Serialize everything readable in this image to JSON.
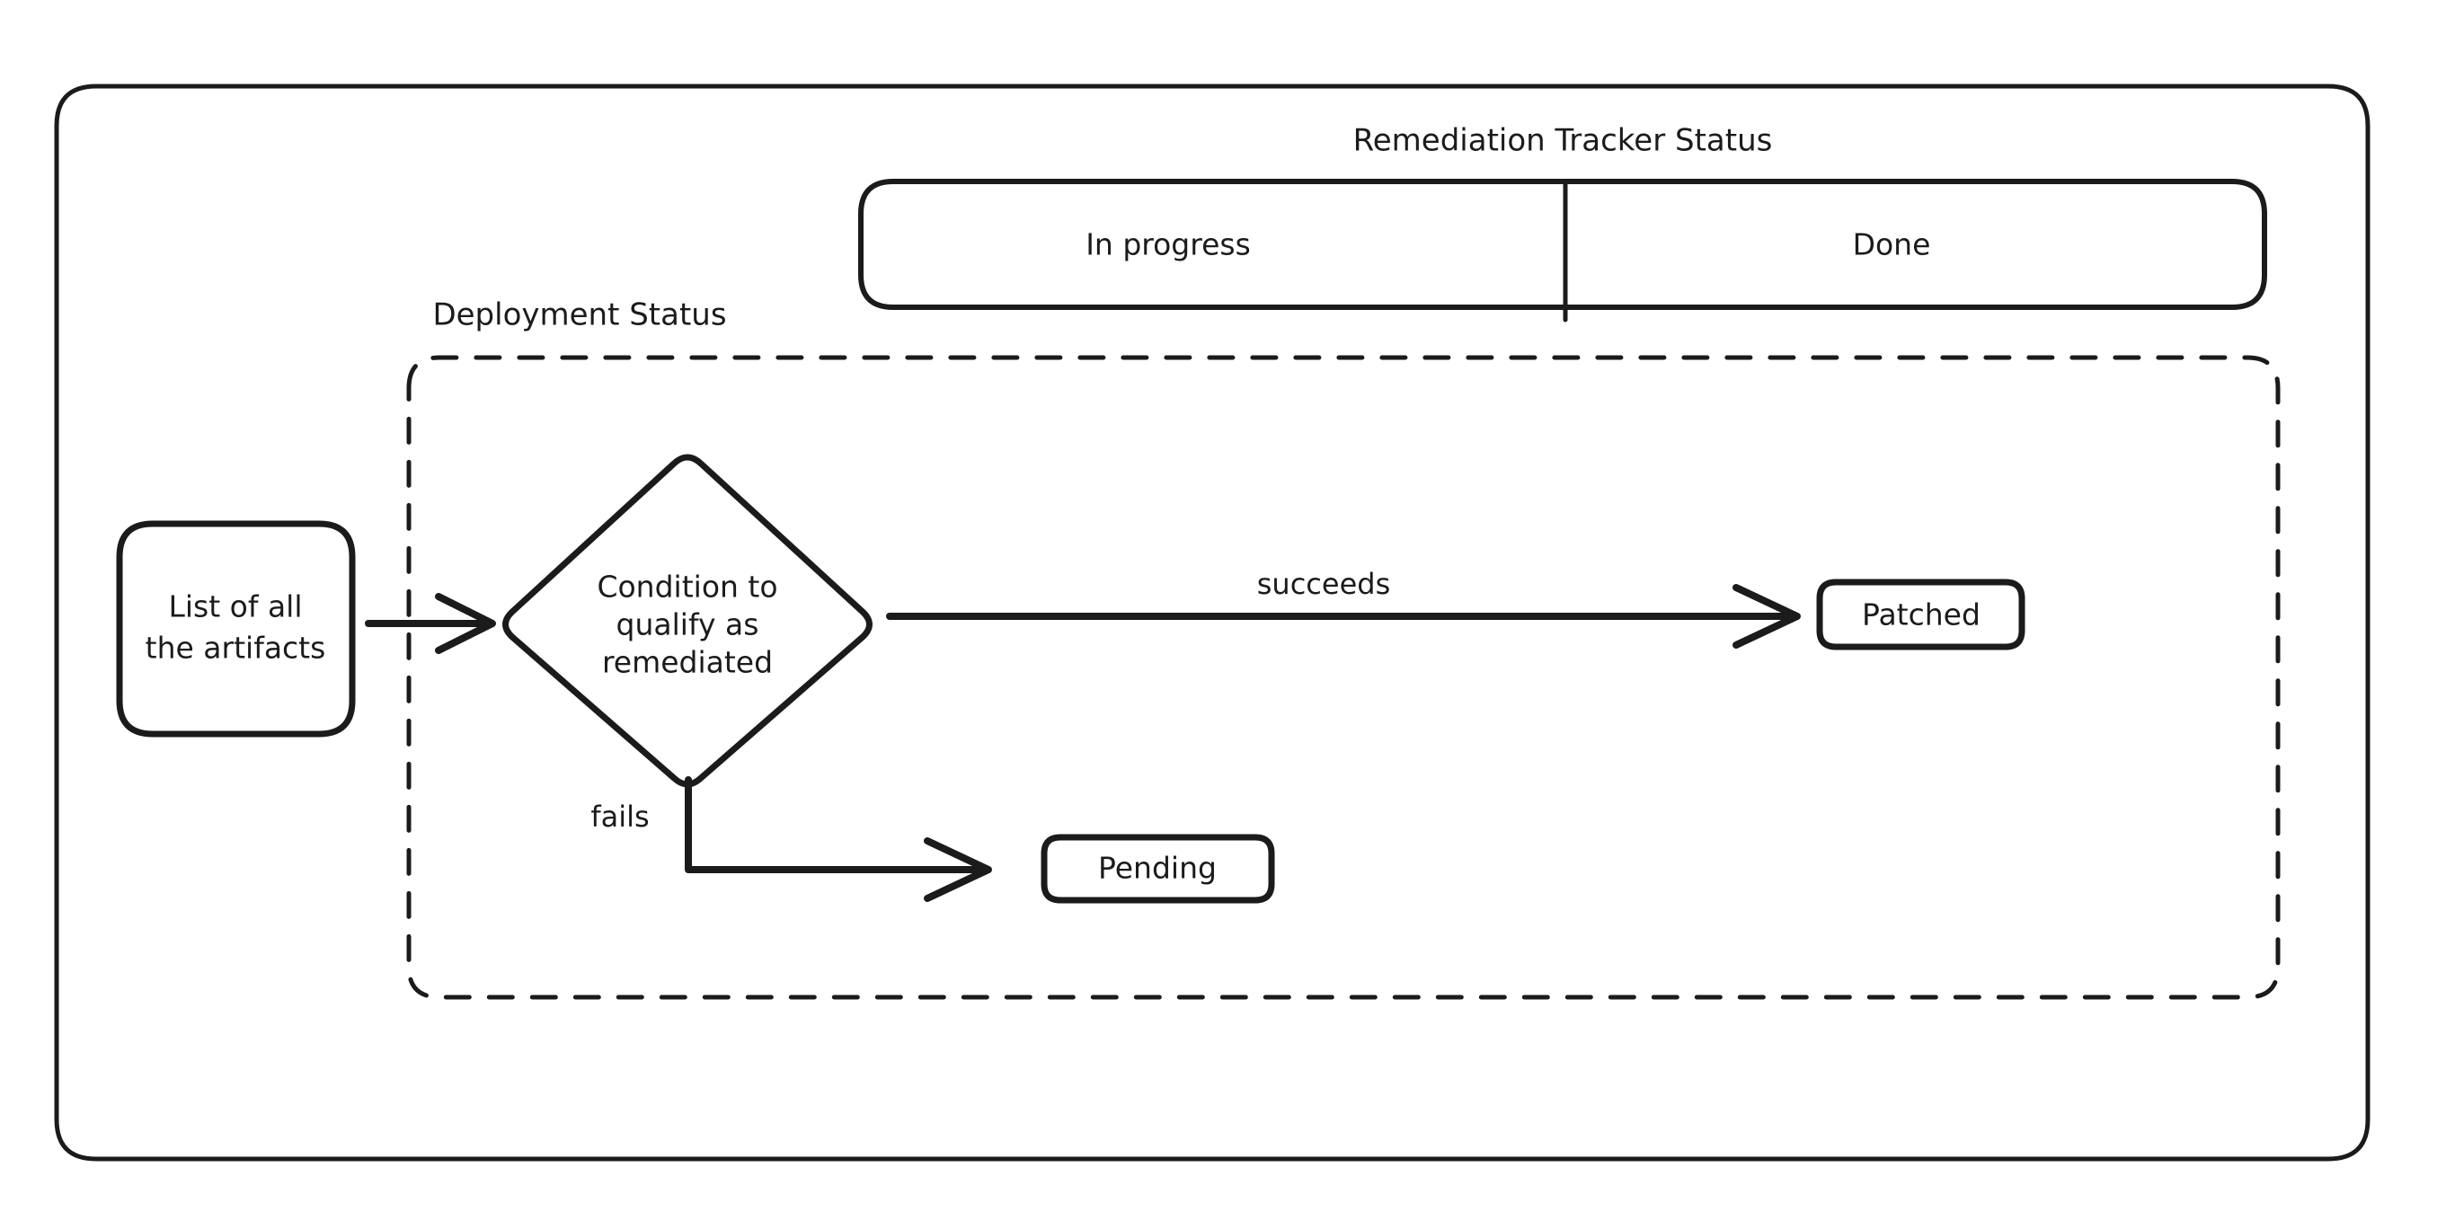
{
  "diagram": {
    "title": "Remediation Tracker Status",
    "group_label": "Deployment Status",
    "lanes": [
      {
        "id": "in-progress",
        "label": "In progress"
      },
      {
        "id": "done",
        "label": "Done"
      }
    ],
    "nodes": [
      {
        "id": "artifacts",
        "label_line1": "List of all",
        "label_line2": "the artifacts",
        "shape": "rounded-rect"
      },
      {
        "id": "condition",
        "label_line1": "Condition to",
        "label_line2": "qualify as",
        "label_line3": "remediated",
        "shape": "diamond"
      },
      {
        "id": "patched",
        "label": "Patched",
        "shape": "rounded-rect"
      },
      {
        "id": "pending",
        "label": "Pending",
        "shape": "rounded-rect"
      }
    ],
    "edges": [
      {
        "id": "artifacts-to-condition",
        "label": "",
        "from": "artifacts",
        "to": "condition"
      },
      {
        "id": "condition-to-patched",
        "label": "succeeds",
        "from": "condition",
        "to": "patched"
      },
      {
        "id": "condition-to-pending",
        "label": "fails",
        "from": "condition",
        "to": "pending"
      }
    ],
    "colors": {
      "ink": "#1b1b1b",
      "paper": "#ffffff"
    }
  }
}
